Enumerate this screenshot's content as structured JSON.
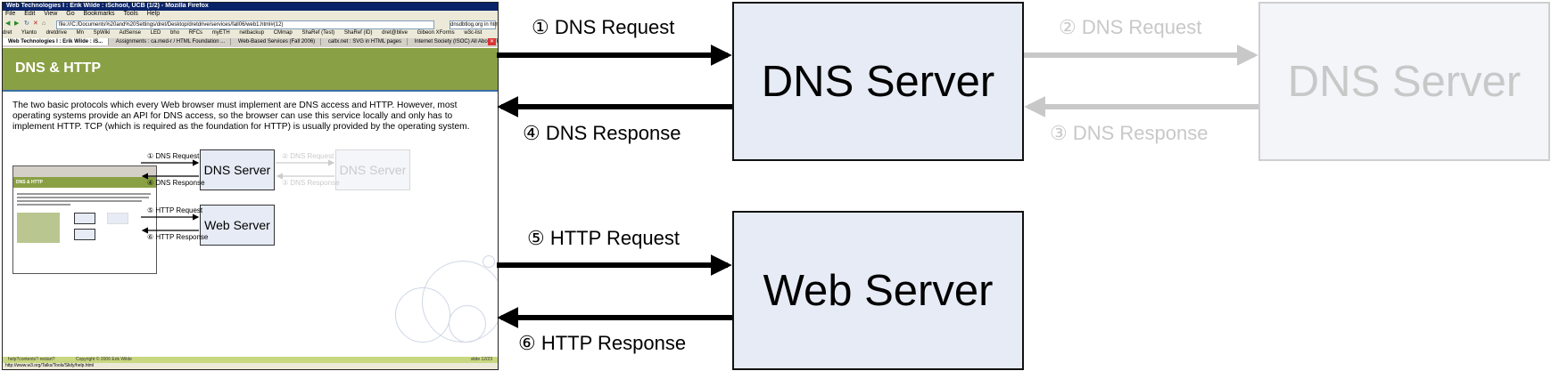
{
  "browser": {
    "title": "Web Technologies I : Erik Wilde : iSchool, UCB (1/2) - Mozilla Firefox",
    "menu": [
      "File",
      "Edit",
      "View",
      "Go",
      "Bookmarks",
      "Tools",
      "Help"
    ],
    "url": "file:///C:/Documents%20and%20Settings/dret/Desktop/dretdrive/services/fall06/web1.html#(12)",
    "search": "dnsdbtlog.org in html",
    "bookmarks": [
      "dret",
      "Ylanto",
      "dretdrive",
      "Mn",
      "SpWiki",
      "AdSense",
      "LED",
      "bho",
      "RFCs",
      "myETH",
      "netbackup",
      "CMmap",
      "ShaRef (Test)",
      "ShaRef (ID)",
      "dret@blive",
      "Gibeon XForms",
      "w3c-list"
    ],
    "tabs": [
      "Web Technologies I : Erik Wilde : iS...",
      "Assignments : ca.med-r / HTML Foundation ...",
      "Web-Based Services (Fall 2006)",
      "caltx.net : SVG in HTML pages",
      "Internet Society (ISOC) All About The Intern..."
    ],
    "status": "http://www.w3.org/Talks/Tools/Slidy/help.html"
  },
  "slide": {
    "title": "DNS & HTTP",
    "text": "The two basic protocols which every Web browser must implement are DNS access and HTTP. However, most operating systems provide an API for DNS access, so the browser can use this service locally and only has to implement HTTP. TCP (which is required as the foundation for HTTP) is usually provided by the operating system.",
    "footer_left": "help?contents?·restart?",
    "footer_center": "Copyright © 2006 Erik Wilde",
    "footer_right": "slide 12/23"
  },
  "diagram": {
    "dns_server": "DNS Server",
    "dns_server_2": "DNS Server",
    "web_server": "Web Server",
    "step1": "① DNS Request",
    "step2": "② DNS Request",
    "step3": "③ DNS Response",
    "step4": "④ DNS Response",
    "step5": "⑤ HTTP Request",
    "step6": "⑥ HTTP Response"
  },
  "colors": {
    "slide_header": "#8aa044",
    "server_fill": "#e6ebf5",
    "faded": "#c8c8c8"
  }
}
